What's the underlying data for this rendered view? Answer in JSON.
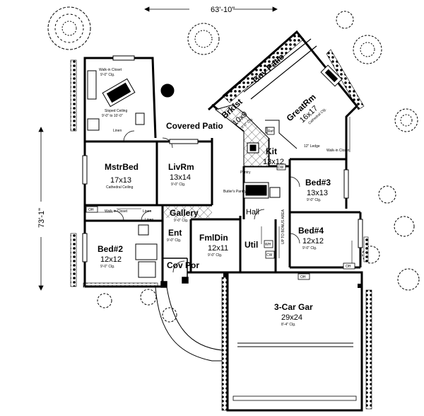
{
  "dimensions": {
    "width": "63'-10\"",
    "depth": "73'-1\""
  },
  "rooms": {
    "master_bed": {
      "name": "MstrBed",
      "size": "17x13",
      "note": "Cathedral Ceiling"
    },
    "walk_in_closet": {
      "name": "Walk-in Closet",
      "note": "9'-0\" Clg."
    },
    "sloped_ceiling": {
      "name": "Sloped Ceiling",
      "note": "9'-0\" to 10'-0\""
    },
    "linen_master": {
      "name": "Linen"
    },
    "covered_patio": {
      "name": "Covered Patio"
    },
    "living": {
      "name": "LivRm",
      "size": "13x14",
      "note": "9'-0\" Clg."
    },
    "breakfast": {
      "name": "Brkfst",
      "size": "10x9",
      "note": "9'-0\" Clg."
    },
    "cov_patio_rear": {
      "name": "Cov Patio"
    },
    "great_room": {
      "name": "GreatRm",
      "size": "16x17",
      "note": "Cathedral Clg."
    },
    "kitchen": {
      "name": "Kit",
      "size": "13x12"
    },
    "ledge": {
      "name": "12\" Ledge"
    },
    "walk_in_closet_bed3": {
      "name": "Walk-in Closet"
    },
    "bed3": {
      "name": "Bed#3",
      "size": "13x13",
      "note": "9'-0\" Clg."
    },
    "butlers_pantry": {
      "name": "Butler's Pantry"
    },
    "gallery": {
      "name": "Gallery",
      "note": "9'-0\" Clg."
    },
    "hall": {
      "name": "Hall"
    },
    "bonus_area": {
      "name": "UP TO BONUS AREA"
    },
    "bed4": {
      "name": "Bed#4",
      "size": "12x12",
      "note": "9'-0\" Clg."
    },
    "bed2": {
      "name": "Bed#2",
      "size": "12x12",
      "note": "9'-0\" Clg."
    },
    "walk_in_closet_bed2": {
      "name": "Walk-in Closet"
    },
    "linen_bed2": {
      "name": "Linen"
    },
    "entry": {
      "name": "Ent",
      "note": "9'-0\" Clg."
    },
    "family_dining": {
      "name": "FmlDin",
      "size": "12x11",
      "note": "9'-0\" Clg."
    },
    "utility": {
      "name": "Util"
    },
    "cov_porch": {
      "name": "Cov Por"
    },
    "garage": {
      "name": "3-Car Gar",
      "size": "29x24",
      "note": "8'-4\" Clg."
    },
    "pantry": {
      "name": "Pantry"
    }
  },
  "small_labels": {
    "oh": "OH",
    "ref": "Ref",
    "dw": "DW",
    "wh": "WH",
    "cw": "CW",
    "linen": "Linen"
  }
}
